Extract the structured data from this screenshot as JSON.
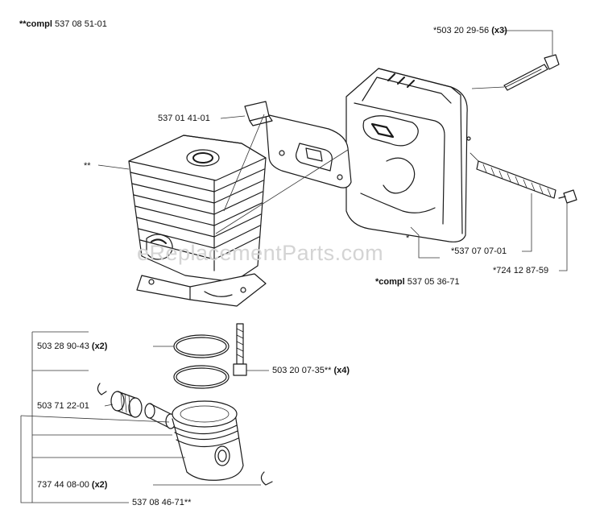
{
  "watermark": "eReplacementParts.com",
  "assemblies": {
    "cylinder": {
      "prefix": "**compl",
      "part": "537 08 51-01"
    },
    "muffler": {
      "prefix": "*compl",
      "part": "537 05 36-71"
    }
  },
  "callouts": {
    "cylinder_marker": "**",
    "muffler_marker": "*",
    "bolt": {
      "part": "*503 20 29-56",
      "qty": "(x3)"
    },
    "gasket": {
      "part": "537 01 41-01"
    },
    "screen": {
      "part": "*537 07 07-01"
    },
    "screw": {
      "part": "*724 12 87-59"
    },
    "cyl_bolt": {
      "part": "503 20 07-35**",
      "qty": "(x4)"
    },
    "ring": {
      "part": "503 28 90-43",
      "qty": "(x2)"
    },
    "bearing": {
      "part": "503 71 22-01"
    },
    "circlip": {
      "part": "737 44 08-00",
      "qty": "(x2)"
    },
    "piston": {
      "part": "537 08 46-71**"
    }
  }
}
